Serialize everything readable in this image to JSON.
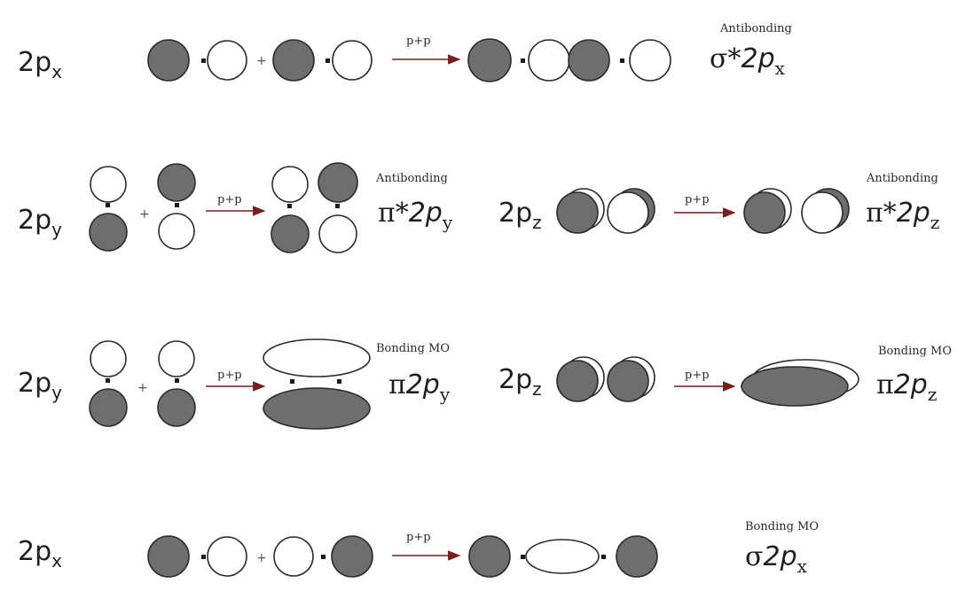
{
  "colors": {
    "filled_lobe": "#6e6e6e",
    "empty_lobe": "#ffffff",
    "arrow": "#7a1f1f",
    "outline": "#2b2b2b"
  },
  "reaction_label": "p+p",
  "plus_sign": "+",
  "rows": {
    "sigma_star": {
      "orbital": {
        "main": "2p",
        "sub": "x"
      },
      "type": "Antibonding",
      "mo": {
        "greek": "σ*",
        "main": "2p",
        "sub": "x"
      }
    },
    "pi_star_y": {
      "orbital": {
        "main": "2p",
        "sub": "y"
      },
      "type": "Antibonding",
      "mo": {
        "greek": "π*",
        "main": "2p",
        "sub": "y"
      }
    },
    "pi_star_z": {
      "orbital": {
        "main": "2p",
        "sub": "z"
      },
      "type": "Antibonding",
      "mo": {
        "greek": "π*",
        "main": "2p",
        "sub": "z"
      }
    },
    "pi_y": {
      "orbital": {
        "main": "2p",
        "sub": "y"
      },
      "type": "Bonding MO",
      "mo": {
        "greek": "π",
        "main": "2p",
        "sub": "y"
      }
    },
    "pi_z": {
      "orbital": {
        "main": "2p",
        "sub": "z"
      },
      "type": "Bonding MO",
      "mo": {
        "greek": "π",
        "main": "2p",
        "sub": "z"
      }
    },
    "sigma": {
      "orbital": {
        "main": "2p",
        "sub": "x"
      },
      "type": "Bonding MO",
      "mo": {
        "greek": "σ",
        "main": "2p",
        "sub": "x"
      }
    }
  }
}
